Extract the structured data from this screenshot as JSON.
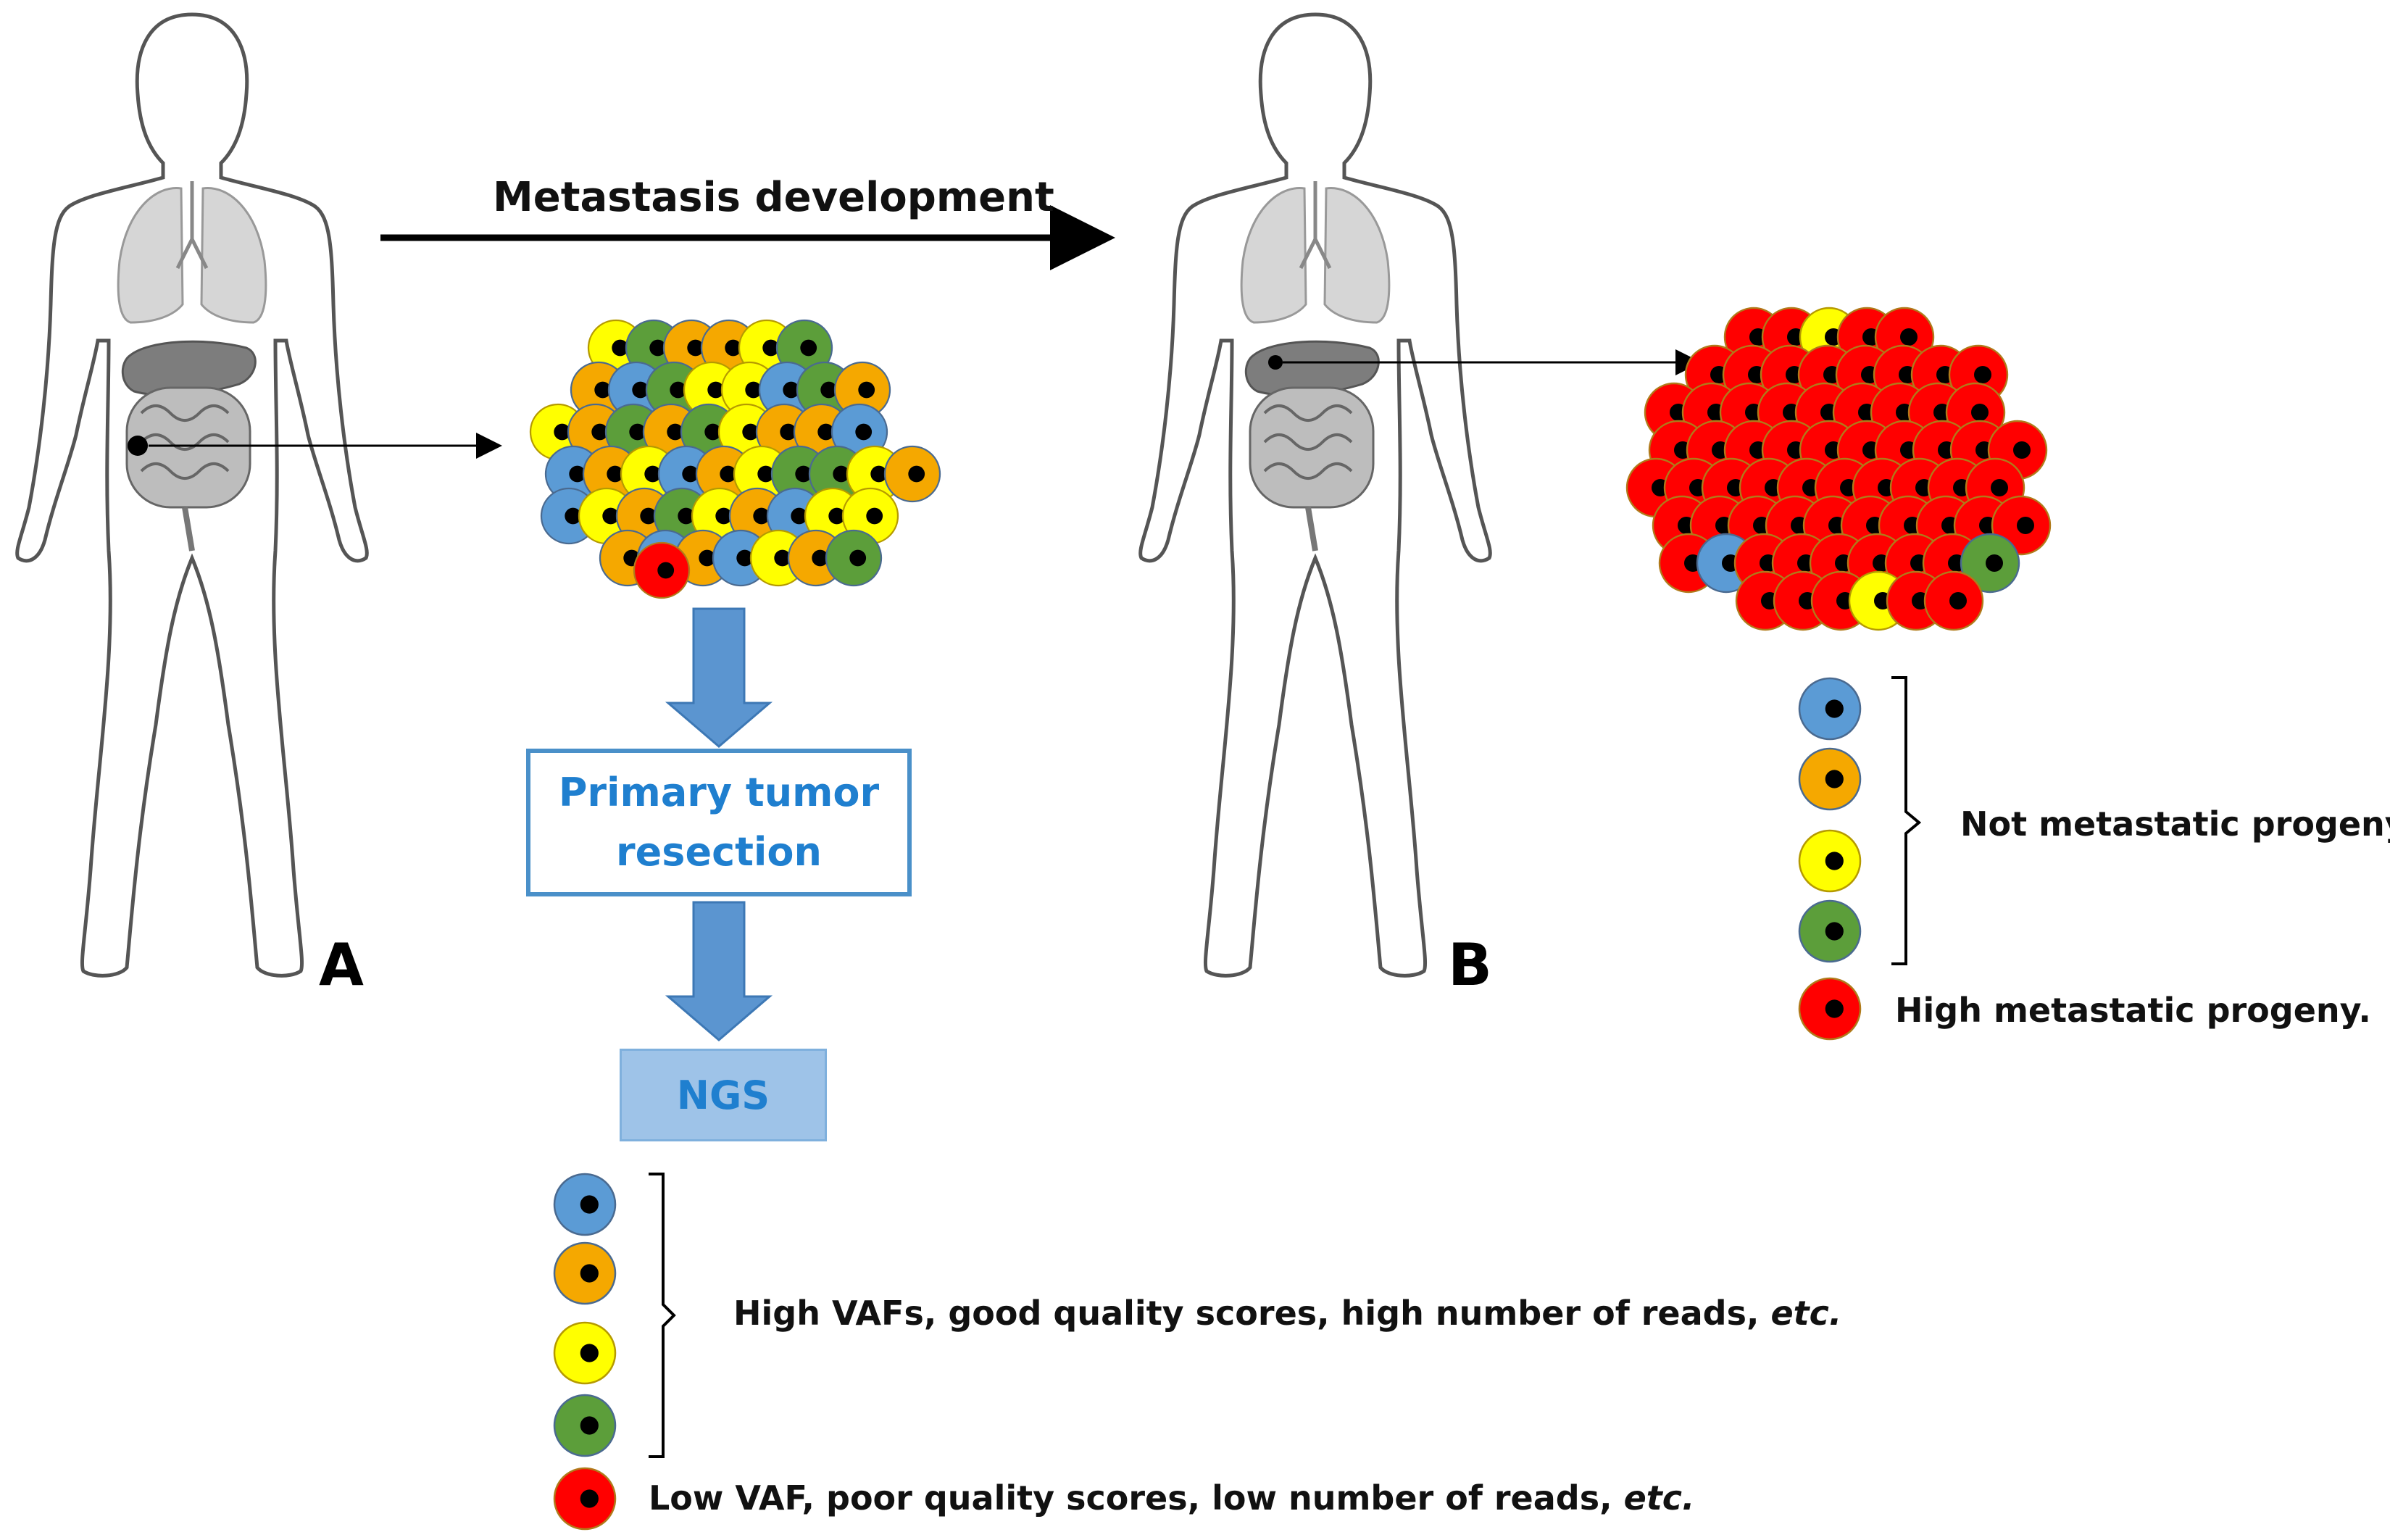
{
  "arrow_label": "Metastasis development",
  "panels": {
    "a": "A",
    "b": "B"
  },
  "process": {
    "resection": "Primary tumor resection",
    "ngs": "NGS"
  },
  "legend_a": {
    "high": "High VAFs, good quality scores, high number of reads, ",
    "high_em": "etc.",
    "low": "Low VAF, poor quality scores, low number of reads, ",
    "low_em": "etc."
  },
  "legend_b": {
    "not_metastatic": "Not metastatic progeny.",
    "high_metastatic": "High metastatic progeny."
  },
  "colors": {
    "blue": "#5b9bd5",
    "orange": "#f5a800",
    "yellow": "#ffff00",
    "green": "#5c9e3a",
    "red": "#ff0000",
    "arrow": "#5b95d0",
    "box_text": "#1f7fcf"
  },
  "icons": [
    "human-silhouette-icon",
    "lungs-icon",
    "liver-icon",
    "intestine-icon",
    "cell-icon"
  ]
}
